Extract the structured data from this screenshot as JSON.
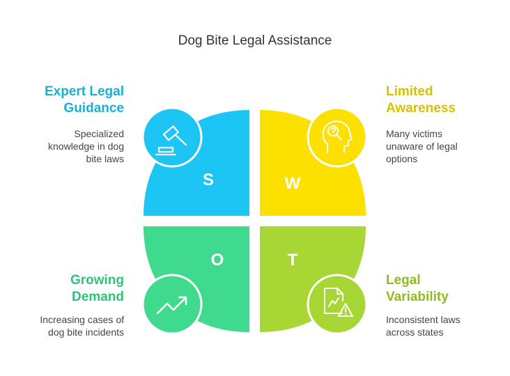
{
  "title": "Dog Bite Legal Assistance",
  "colors": {
    "strength": "#1cc5f4",
    "weakness": "#fbe000",
    "opportunity": "#3fda8e",
    "threat": "#a8d735"
  },
  "quadrants": {
    "strength": {
      "letter": "S",
      "heading": [
        "Expert Legal",
        "Guidance"
      ],
      "description": [
        "Specialized",
        "knowledge in dog",
        "bite laws"
      ],
      "icon": "gavel-icon"
    },
    "weakness": {
      "letter": "W",
      "heading": [
        "Limited",
        "Awareness"
      ],
      "description": [
        "Many victims",
        "unaware of legal",
        "options"
      ],
      "icon": "head-question-icon"
    },
    "opportunity": {
      "letter": "O",
      "heading": [
        "Growing",
        "Demand"
      ],
      "description": [
        "Increasing cases of",
        "dog bite incidents"
      ],
      "icon": "trend-up-icon"
    },
    "threat": {
      "letter": "T",
      "heading": [
        "Legal",
        "Variability"
      ],
      "description": [
        "Inconsistent laws",
        "across states"
      ],
      "icon": "document-warning-icon"
    }
  }
}
